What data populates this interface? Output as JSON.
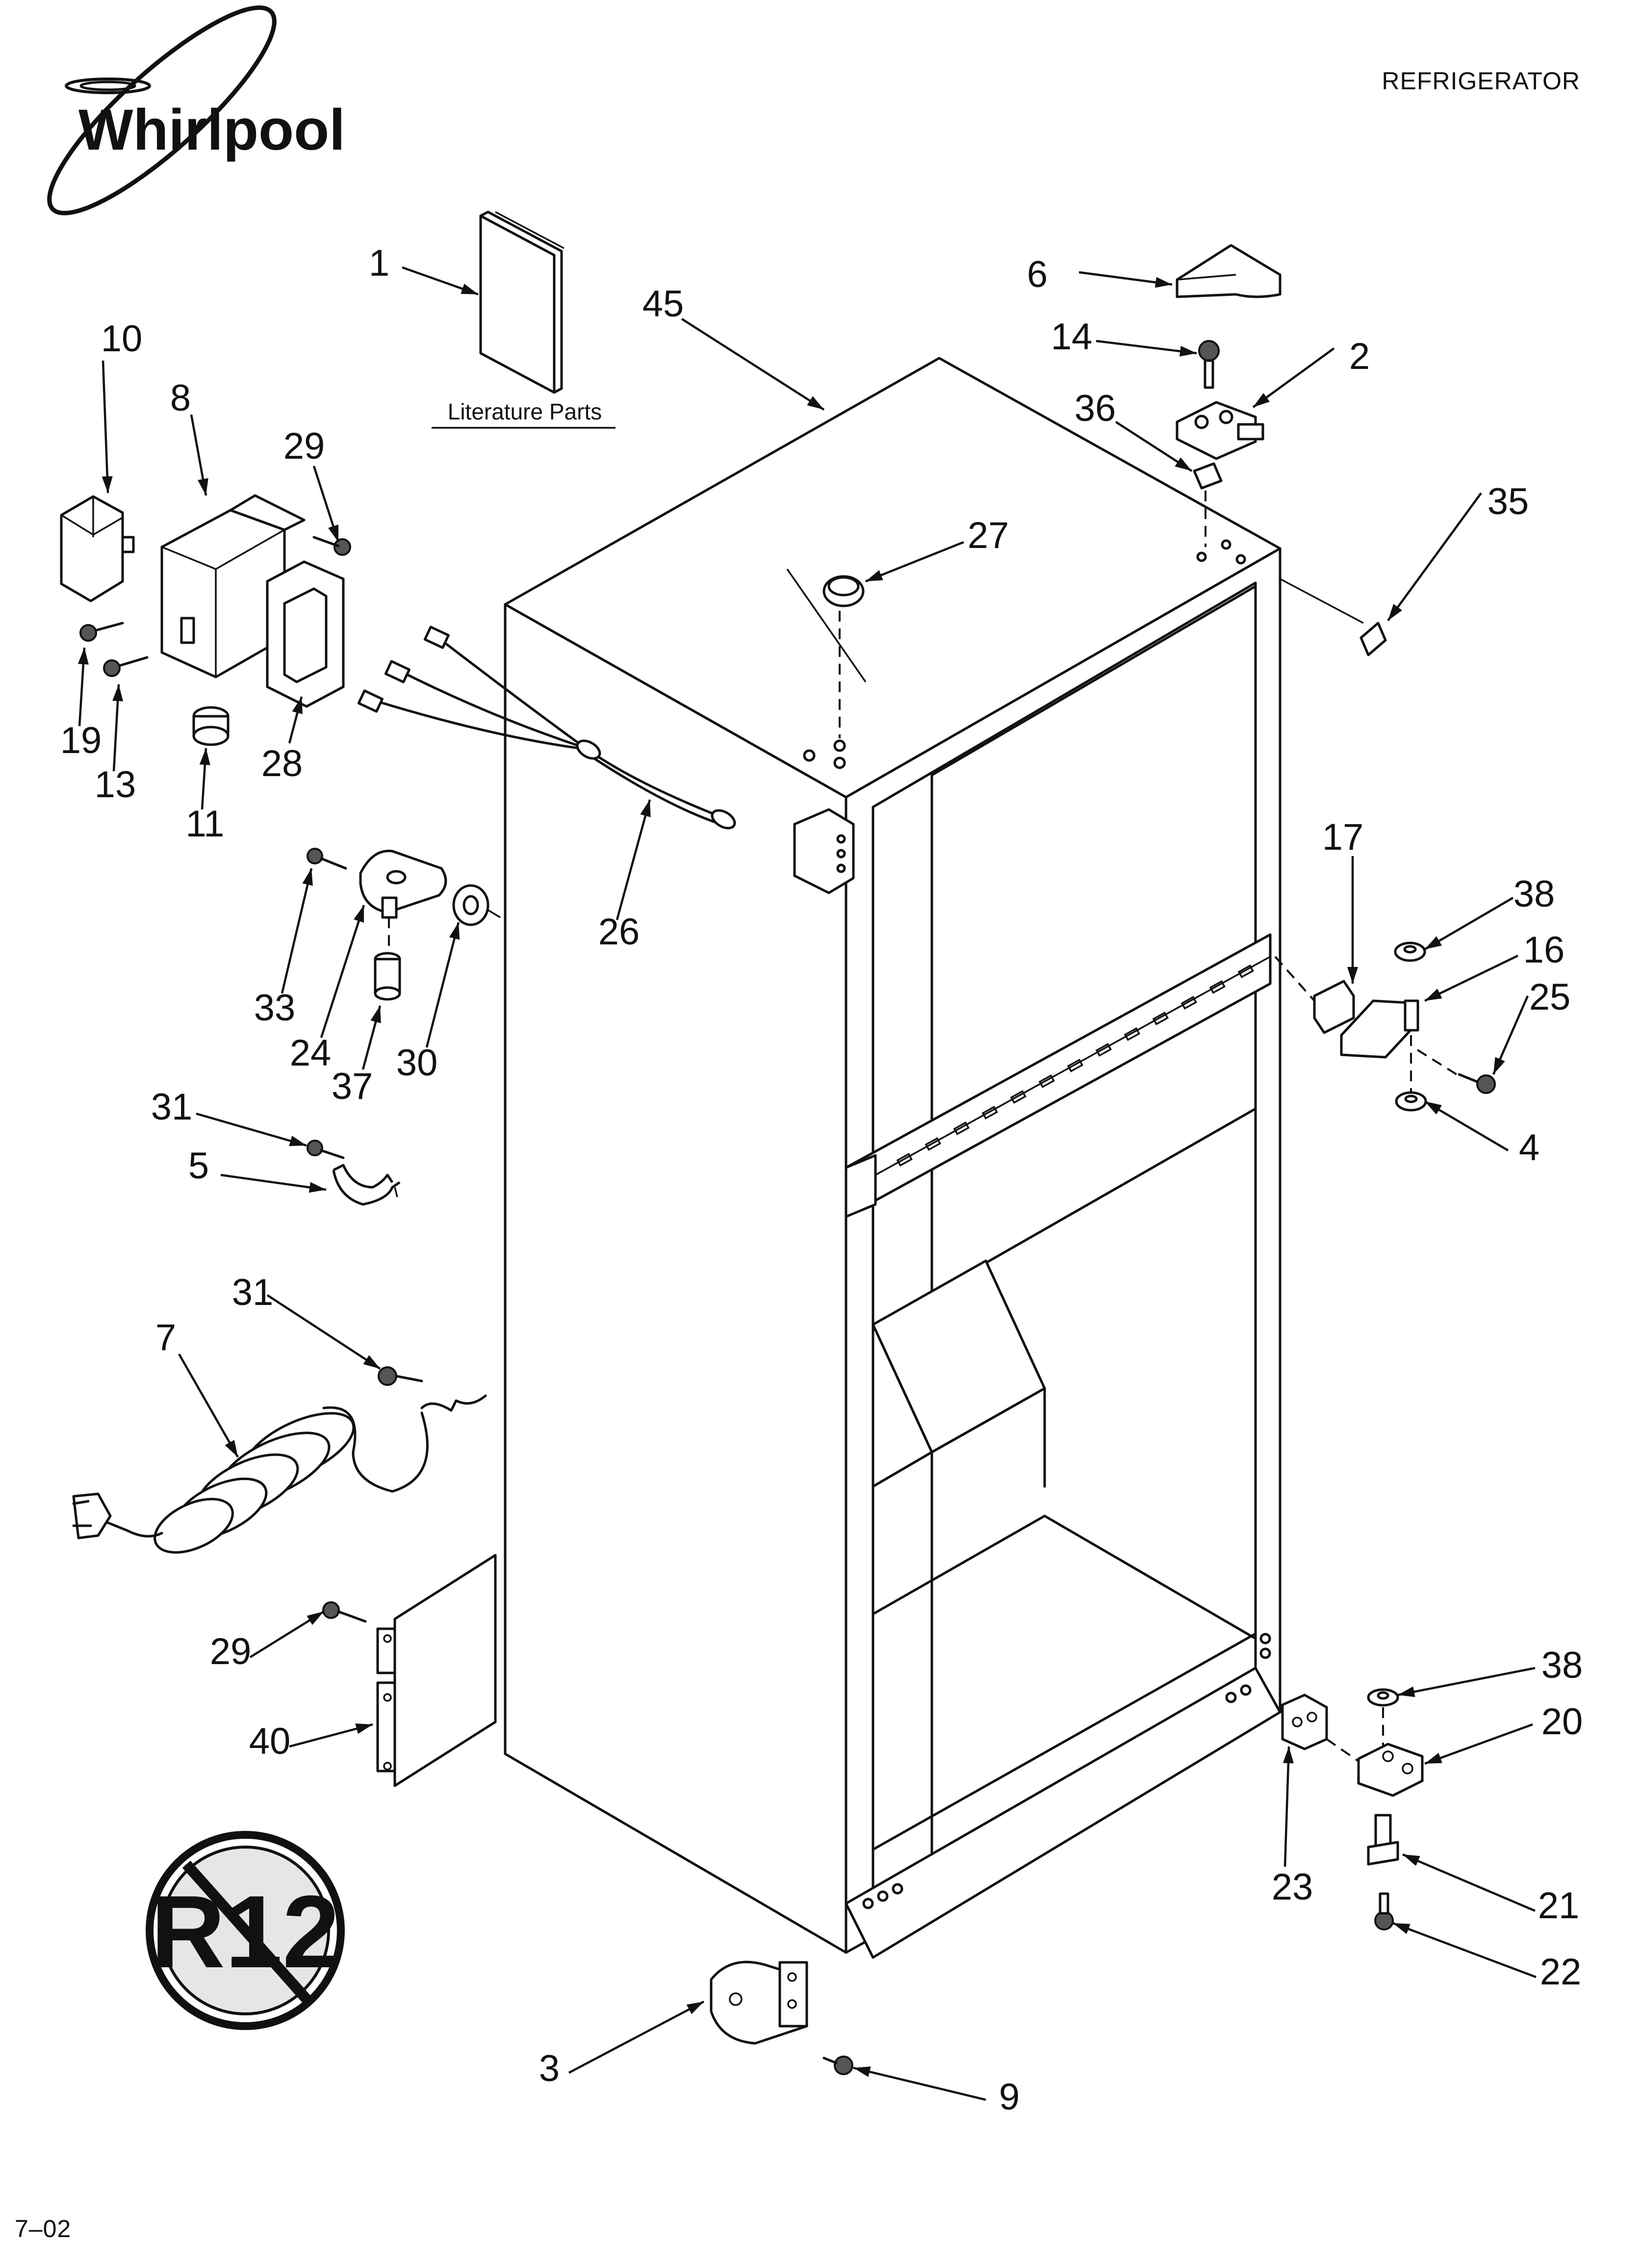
{
  "header": {
    "brand": "Whirlpool",
    "product": "REFRIGERATOR"
  },
  "footer": {
    "date_code": "7–02"
  },
  "literature": {
    "label": "Literature Parts"
  },
  "badge": {
    "text": "R12"
  },
  "callouts": [
    {
      "id": "c1",
      "text": "1"
    },
    {
      "id": "c45",
      "text": "45"
    },
    {
      "id": "c6",
      "text": "6"
    },
    {
      "id": "c14",
      "text": "14"
    },
    {
      "id": "c2",
      "text": "2"
    },
    {
      "id": "c36",
      "text": "36"
    },
    {
      "id": "c35",
      "text": "35"
    },
    {
      "id": "c27",
      "text": "27"
    },
    {
      "id": "c10",
      "text": "10"
    },
    {
      "id": "c8",
      "text": "8"
    },
    {
      "id": "c29a",
      "text": "29"
    },
    {
      "id": "c19",
      "text": "19"
    },
    {
      "id": "c13",
      "text": "13"
    },
    {
      "id": "c28",
      "text": "28"
    },
    {
      "id": "c11",
      "text": "11"
    },
    {
      "id": "c26",
      "text": "26"
    },
    {
      "id": "c33",
      "text": "33"
    },
    {
      "id": "c24",
      "text": "24"
    },
    {
      "id": "c37",
      "text": "37"
    },
    {
      "id": "c30",
      "text": "30"
    },
    {
      "id": "c31a",
      "text": "31"
    },
    {
      "id": "c5",
      "text": "5"
    },
    {
      "id": "c31b",
      "text": "31"
    },
    {
      "id": "c7",
      "text": "7"
    },
    {
      "id": "c29b",
      "text": "29"
    },
    {
      "id": "c40",
      "text": "40"
    },
    {
      "id": "c17",
      "text": "17"
    },
    {
      "id": "c38a",
      "text": "38"
    },
    {
      "id": "c16",
      "text": "16"
    },
    {
      "id": "c25",
      "text": "25"
    },
    {
      "id": "c4",
      "text": "4"
    },
    {
      "id": "c38b",
      "text": "38"
    },
    {
      "id": "c20",
      "text": "20"
    },
    {
      "id": "c23",
      "text": "23"
    },
    {
      "id": "c21",
      "text": "21"
    },
    {
      "id": "c22",
      "text": "22"
    },
    {
      "id": "c3",
      "text": "3"
    },
    {
      "id": "c9",
      "text": "9"
    }
  ]
}
